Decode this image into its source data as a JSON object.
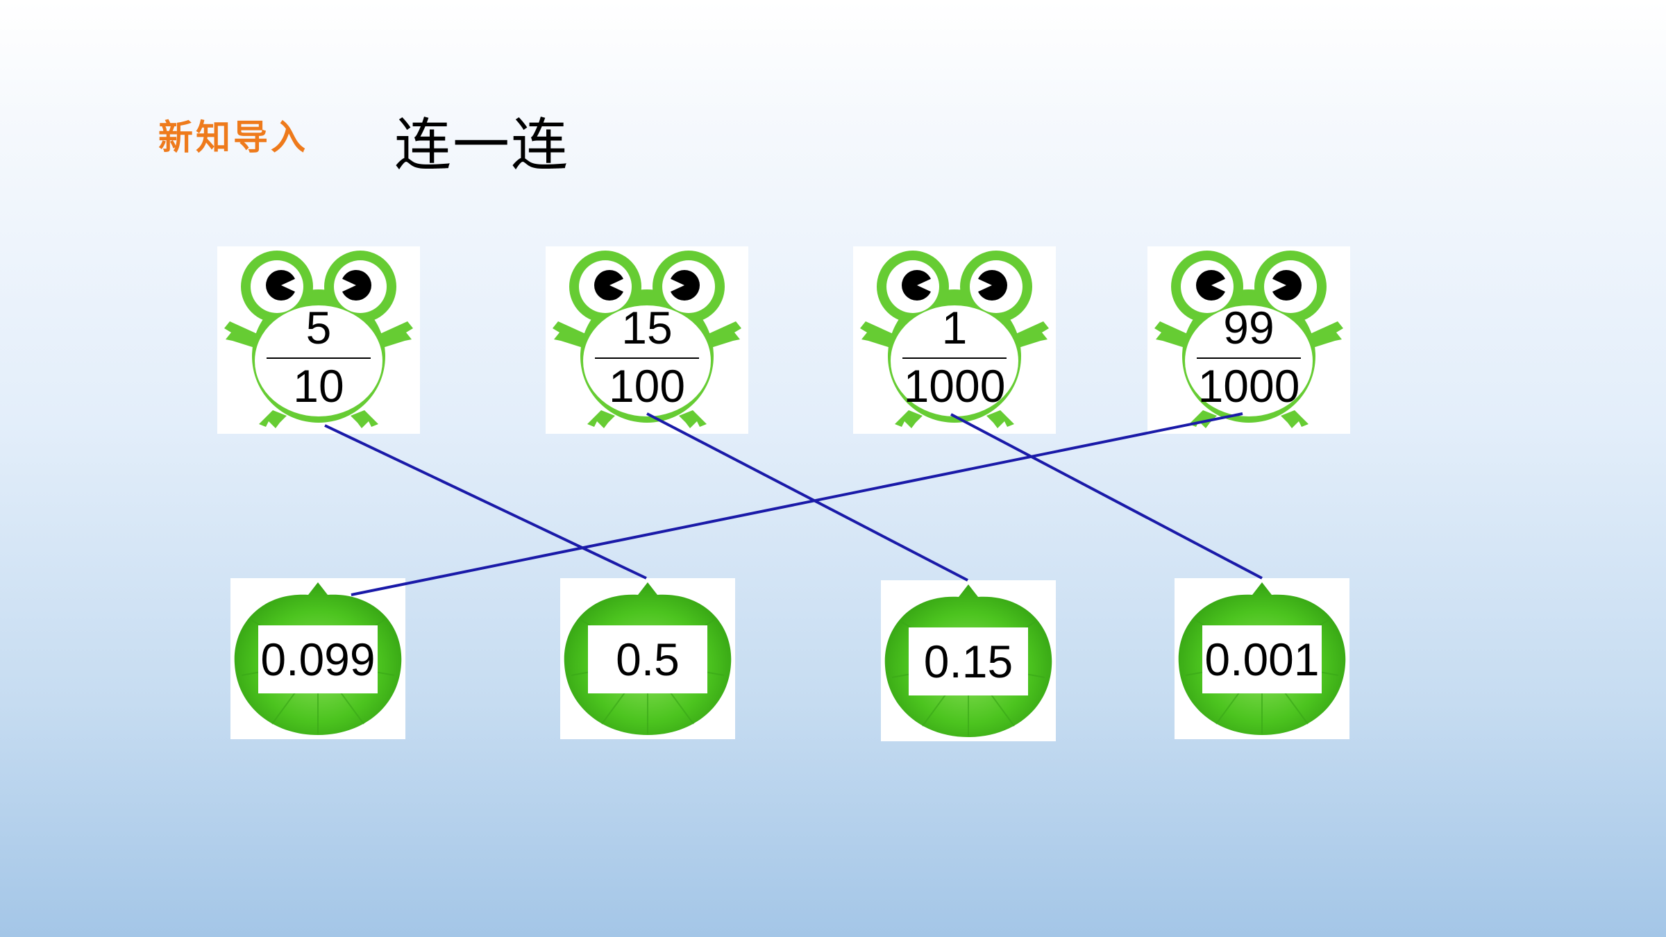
{
  "header": {
    "section_tag": "新知导入",
    "title": "连一连"
  },
  "frogs": [
    {
      "numerator": "5",
      "denominator": "10"
    },
    {
      "numerator": "15",
      "denominator": "100"
    },
    {
      "numerator": "1",
      "denominator": "1000"
    },
    {
      "numerator": "99",
      "denominator": "1000"
    }
  ],
  "leaves": [
    {
      "value": "0.099"
    },
    {
      "value": "0.5"
    },
    {
      "value": "0.15"
    },
    {
      "value": "0.001"
    }
  ],
  "connections": [
    {
      "frog": 0,
      "leaf": 1
    },
    {
      "frog": 1,
      "leaf": 2
    },
    {
      "frog": 2,
      "leaf": 3
    },
    {
      "frog": 3,
      "leaf": 0
    }
  ],
  "colors": {
    "frog_green": "#66cc33",
    "leaf_green": "#4cc41f",
    "line_blue": "#1a1aa8",
    "tag_orange": "#ee7a1b"
  }
}
